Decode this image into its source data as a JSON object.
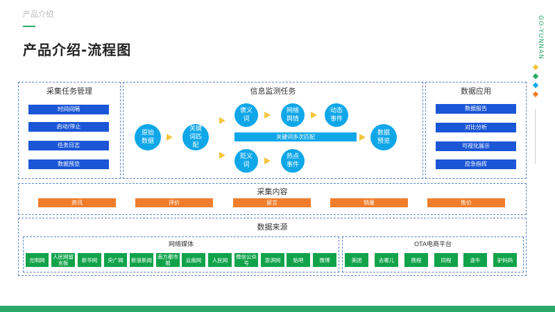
{
  "header": {
    "breadcrumb": "产品介绍",
    "title": "产品介绍-流程图",
    "brand": "GO-YUNNAN"
  },
  "colors": {
    "accent": "#2aa86a",
    "panel_border": "#5b84c4",
    "blue_button": "#1a56d6",
    "flow_node": "#10a7e8",
    "arrow": "#f6c53c",
    "orange_button": "#ef7d2b",
    "green_box": "#12a34a",
    "side_diamonds": [
      "#f6c53c",
      "#2aa86a",
      "#10a7e8",
      "#ef7d2b"
    ]
  },
  "collection_tasks": {
    "title": "采集任务管理",
    "items": [
      "时间间隔",
      "启动/停止",
      "任务日志",
      "数据预览"
    ]
  },
  "monitoring": {
    "title": "信息监测任务",
    "nodes": {
      "raw_data": "原始数据",
      "keyword_match": "关键词匹配",
      "positive_words": "褒义词",
      "public_opinion": "网络舆情",
      "dynamic_events": "动态事件",
      "negative_words": "贬义词",
      "hot_events": "热点事件",
      "data_preview": "数据预览"
    },
    "keyword_bar": "关键词多次匹配"
  },
  "data_app": {
    "title": "数据应用",
    "items": [
      "数据报告",
      "对比分析",
      "可视化展示",
      "应急指挥"
    ]
  },
  "content": {
    "title": "采集内容",
    "items": [
      "资讯",
      "评价",
      "留言",
      "销量",
      "售价"
    ]
  },
  "sources": {
    "title": "数据来源",
    "network_media": {
      "title": "网络媒体",
      "items": [
        "光明网",
        "人民网留言板",
        "新华网",
        "央广网",
        "新浪新闻",
        "南方都市报",
        "云南网",
        "人民网",
        "微信公众号",
        "澎湃网",
        "贴吧",
        "微博"
      ]
    },
    "ota": {
      "title": "OTA电商平台",
      "items": [
        "美团",
        "去哪儿",
        "携程",
        "同程",
        "途牛",
        "驴妈妈"
      ]
    }
  }
}
